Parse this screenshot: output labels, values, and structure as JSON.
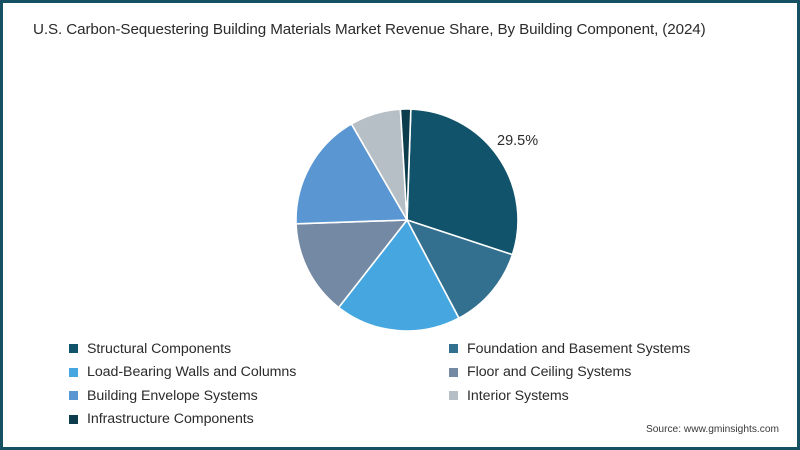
{
  "chart": {
    "title": "U.S. Carbon-Sequestering Building Materials Market Revenue Share, By Building Component, (2024)",
    "value_label": "29.5%",
    "source": "Source: www.gminsights.com",
    "border_color": "#155063"
  },
  "chart_data": {
    "type": "pie",
    "title": "U.S. Carbon-Sequestering Building Materials Market Revenue Share, By Building Component, (2024)",
    "xlabel": "",
    "ylabel": "",
    "unit": "percent",
    "start_angle_deg": 2,
    "direction": "clockwise",
    "legend_position": "bottom",
    "grid": false,
    "labels": [
      "Structural Components",
      "Foundation and Basement Systems",
      "Load-Bearing Walls and Columns",
      "Floor and Ceiling Systems",
      "Building Envelope Systems",
      "Interior Systems",
      "Infrastructure Components"
    ],
    "values": [
      29.5,
      12.2,
      18.3,
      13.9,
      17.2,
      7.4,
      1.5
    ],
    "colors": [
      "#11536b",
      "#33708f",
      "#46a7e0",
      "#7489a3",
      "#5a96d2",
      "#b7bfc6",
      "#0d3d4d"
    ],
    "annotations": [
      {
        "text": "29.5%",
        "for": "Structural Components"
      }
    ]
  },
  "legend": {
    "left_column": [
      {
        "label": "Structural Components",
        "color": "#11536b"
      },
      {
        "label": "Load-Bearing Walls and Columns",
        "color": "#46a7e0"
      },
      {
        "label": "Building Envelope Systems",
        "color": "#5a96d2"
      },
      {
        "label": "Infrastructure Components",
        "color": "#0d3d4d"
      }
    ],
    "right_column": [
      {
        "label": "Foundation and Basement Systems",
        "color": "#33708f"
      },
      {
        "label": "Floor and Ceiling Systems",
        "color": "#7489a3"
      },
      {
        "label": "Interior Systems",
        "color": "#b7bfc6"
      }
    ]
  }
}
